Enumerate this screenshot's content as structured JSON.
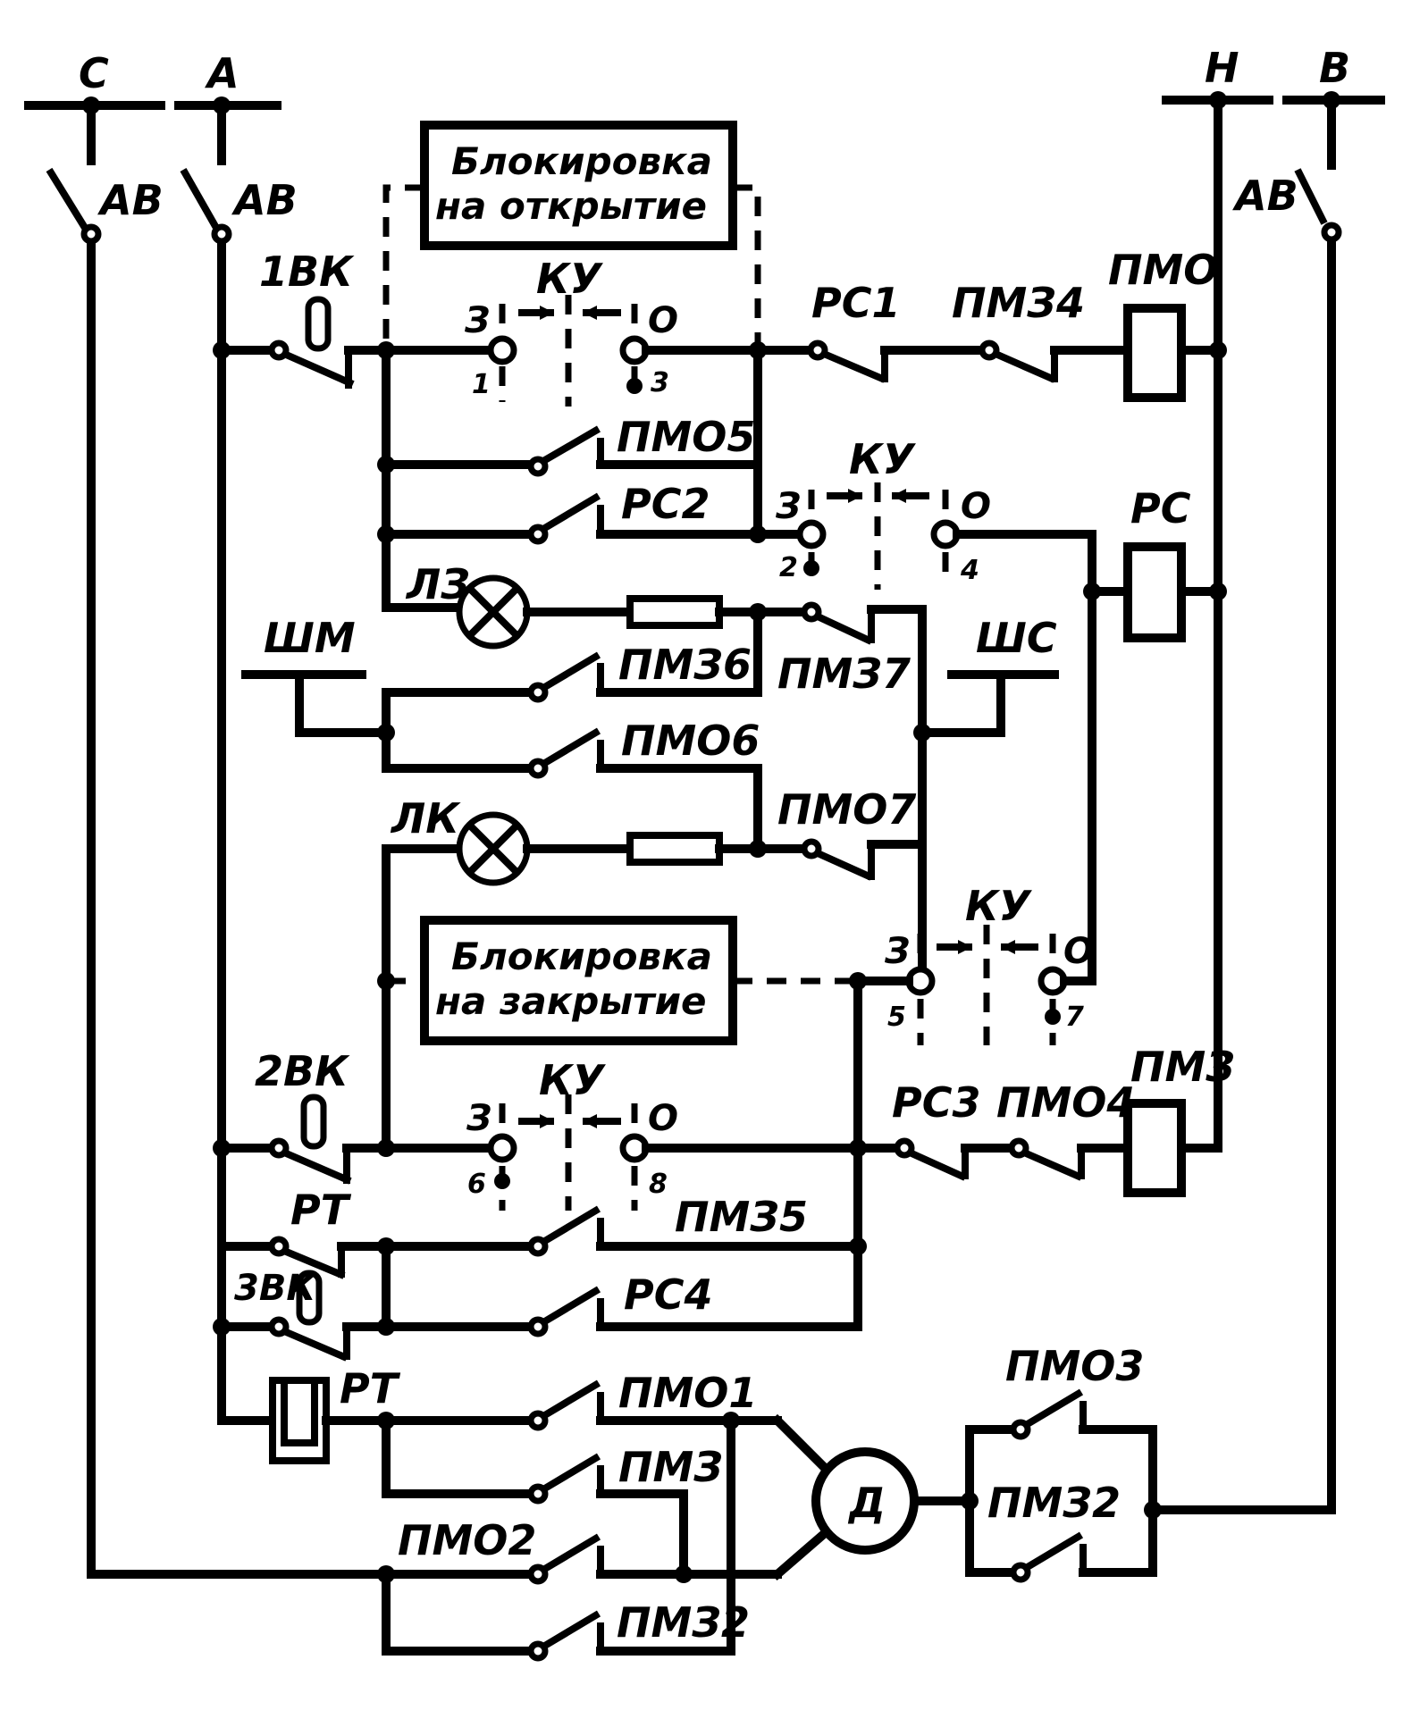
{
  "buses": {
    "c": "С",
    "a": "А",
    "h": "Н",
    "b": "В"
  },
  "breakers": {
    "av1": "АВ",
    "av2": "АВ",
    "av3": "АВ"
  },
  "limit_switches": {
    "vk1": "1ВК",
    "vk2": "2ВК",
    "vk3": "3ВК"
  },
  "interlock_open": {
    "line1": "Блокировка",
    "line2": "на открытие"
  },
  "interlock_close": {
    "line1": "Блокировка",
    "line2": "на закрытие"
  },
  "ku": {
    "label": "КУ",
    "pos_z": "З",
    "pos_o": "О",
    "c1": "1",
    "c2": "2",
    "c3": "3",
    "c4": "4",
    "c5": "5",
    "c6": "6",
    "c7": "7",
    "c8": "8"
  },
  "contacts": {
    "rs1": "РС1",
    "pmz4": "ПМЗ4",
    "pmo5": "ПМО5",
    "rs2": "РС2",
    "pmz6": "ПМЗ6",
    "pmz7": "ПМЗ7",
    "pmo6": "ПМО6",
    "pmo7": "ПМО7",
    "rs3": "РС3",
    "pmo4": "ПМО4",
    "pmz5": "ПМЗ5",
    "rt1": "РТ",
    "rs4": "РС4",
    "rt2": "РТ",
    "pmo1": "ПМО1",
    "pmz": "ПМЗ",
    "pmo2": "ПМО2",
    "pmz2a": "ПМЗ2",
    "pmo3": "ПМО3",
    "pmz2b": "ПМЗ2"
  },
  "coils": {
    "pmo": "ПМО",
    "rs": "РС",
    "pmz": "ПМЗ"
  },
  "lamps": {
    "lz": "ЛЗ",
    "lk": "ЛК"
  },
  "signal_buses": {
    "shm": "ШМ",
    "shs": "ШС"
  },
  "motor": {
    "label": "Д"
  }
}
